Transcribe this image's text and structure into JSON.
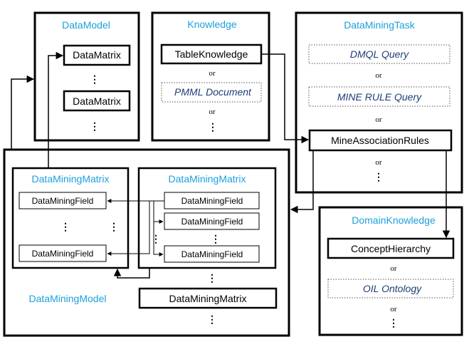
{
  "data_model": {
    "title": "DataModel",
    "matrix_1": "DataMatrix",
    "matrix_2": "DataMatrix",
    "ellipsis": "⋮"
  },
  "knowledge": {
    "title": "Knowledge",
    "table_knowledge": "TableKnowledge",
    "or_1": "or",
    "pmml_document": "PMML Document",
    "or_2": "or",
    "ellipsis": "⋮"
  },
  "data_mining_task": {
    "title": "DataMiningTask",
    "dmql_query": "DMQL Query",
    "or_1": "or",
    "mine_rule_query": "MINE RULE Query",
    "or_2": "or",
    "mine_association_rules": "MineAssociationRules",
    "or_3": "or",
    "ellipsis": "⋮"
  },
  "data_mining_model": {
    "title": "DataMiningModel",
    "matrix_left": {
      "title": "DataMiningMatrix",
      "field_1": "DataMiningField",
      "field_2": "DataMiningField",
      "ellipsis": "⋮"
    },
    "matrix_right": {
      "title": "DataMiningMatrix",
      "field_1": "DataMiningField",
      "field_2": "DataMiningField",
      "field_3": "DataMiningField",
      "ellipsis": "⋮"
    },
    "matrix_bottom": "DataMiningMatrix",
    "ellipsis": "⋮"
  },
  "domain_knowledge": {
    "title": "DomainKnowledge",
    "concept_hierarchy": "ConceptHierarchy",
    "or_1": "or",
    "oil_ontology": "OIL Ontology",
    "or_2": "or",
    "ellipsis": "⋮"
  }
}
